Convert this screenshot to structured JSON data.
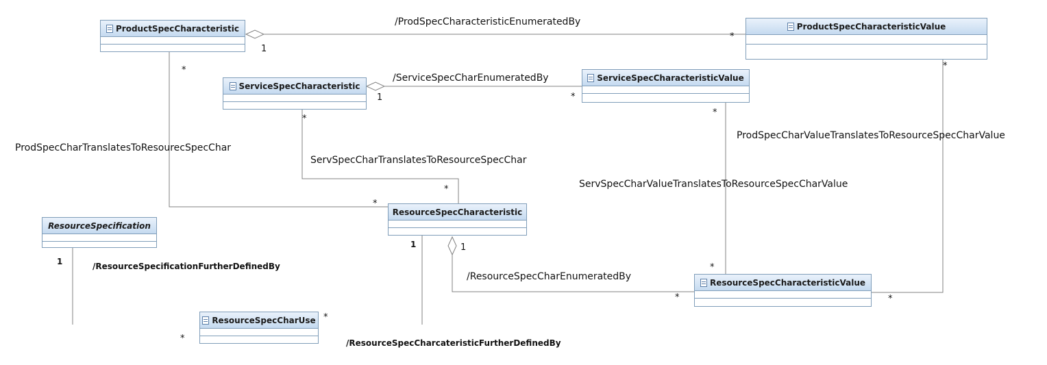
{
  "classes": {
    "product_spec_characteristic": "ProductSpecCharacteristic",
    "product_spec_characteristic_value": "ProductSpecCharacteristicValue",
    "service_spec_characteristic": "ServiceSpecCharacteristic",
    "service_spec_characteristic_value": "ServiceSpecCharacteristicValue",
    "resource_spec_characteristic": "ResourceSpecCharacteristic",
    "resource_specification": "ResourceSpecification",
    "resource_spec_characteristic_value": "ResourceSpecCharacteristicValue",
    "resource_spec_char_use": "ResourceSpecCharUse"
  },
  "associations": {
    "prod_spec_char_enumerated_by": "/ProdSpecCharacteristicEnumeratedBy",
    "service_spec_char_enumerated_by": "/ServiceSpecCharEnumeratedBy",
    "prod_spec_char_translates": "ProdSpecCharTranslatesToResourecSpecChar",
    "serv_spec_char_translates": "ServSpecCharTranslatesToResourceSpecChar",
    "prod_spec_char_value_translates": "ProdSpecCharValueTranslatesToResourceSpecCharValue",
    "serv_spec_char_value_translates": "ServSpecCharValueTranslatesToResourceSpecCharValue",
    "resource_spec_further_defined_by": "/ResourceSpecificationFurtherDefinedBy",
    "resource_spec_char_enumerated_by": "/ResourceSpecCharEnumeratedBy",
    "resource_spec_char_further_defined_by": "/ResourceSpecCharcateristicFurtherDefinedBy"
  },
  "multiplicities": {
    "one": "1",
    "many": "*"
  },
  "colors": {
    "class_border": "#7f9db9",
    "class_header_top": "#eaf2fb",
    "class_header_bottom": "#c5daf0",
    "line": "#808080"
  }
}
